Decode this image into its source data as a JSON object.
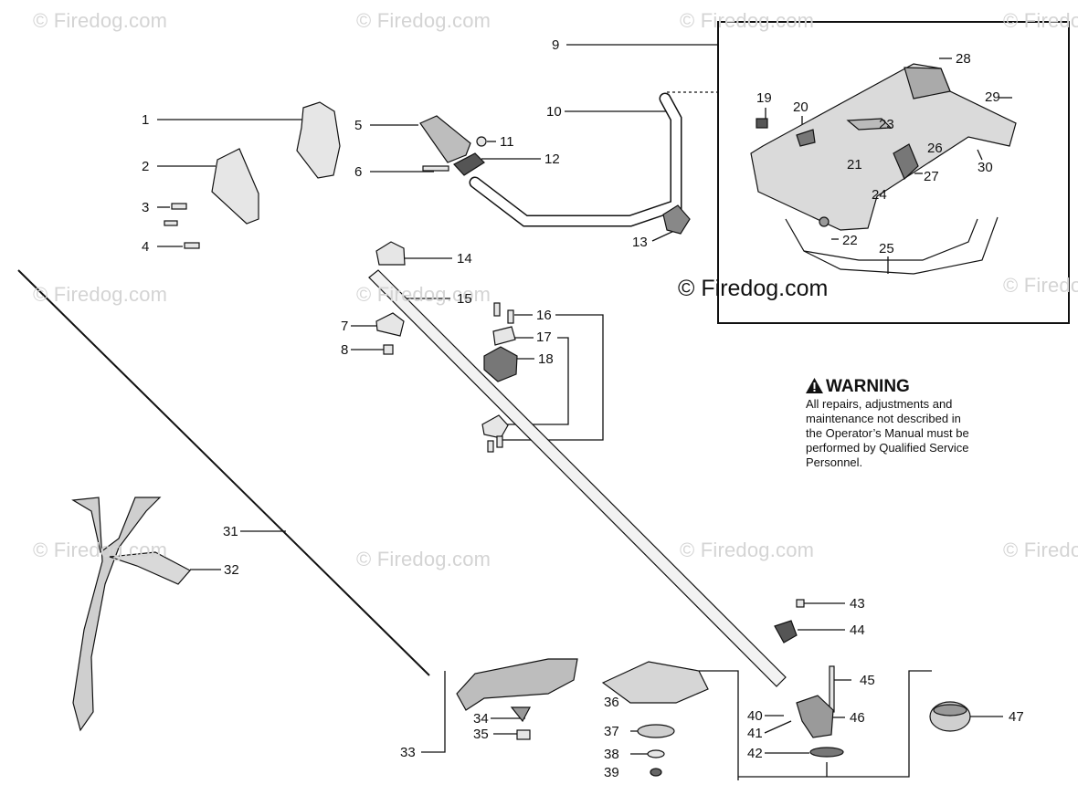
{
  "watermark": {
    "small_text": "© Firedog.com",
    "inset_text": "© Firedog.com"
  },
  "warning": {
    "title": "WARNING",
    "text_lines": [
      "All repairs, adjustments and",
      "maintenance not described in",
      "the Operator’s Manual must be",
      "performed by Qualified Service",
      "Personnel."
    ]
  },
  "callouts": [
    "1",
    "2",
    "3",
    "4",
    "5",
    "6",
    "7",
    "8",
    "9",
    "10",
    "11",
    "12",
    "13",
    "14",
    "15",
    "16",
    "17",
    "18",
    "19",
    "20",
    "21",
    "22",
    "23",
    "24",
    "25",
    "26",
    "27",
    "28",
    "29",
    "30",
    "31",
    "32",
    "33",
    "34",
    "35",
    "36",
    "37",
    "38",
    "39",
    "40",
    "41",
    "42",
    "43",
    "44",
    "45",
    "46",
    "47"
  ],
  "colors": {
    "line": "#111111",
    "watermark": "#d4d4d4",
    "part_fill": "#e6e6e6",
    "part_dark": "#6a6a6a"
  }
}
